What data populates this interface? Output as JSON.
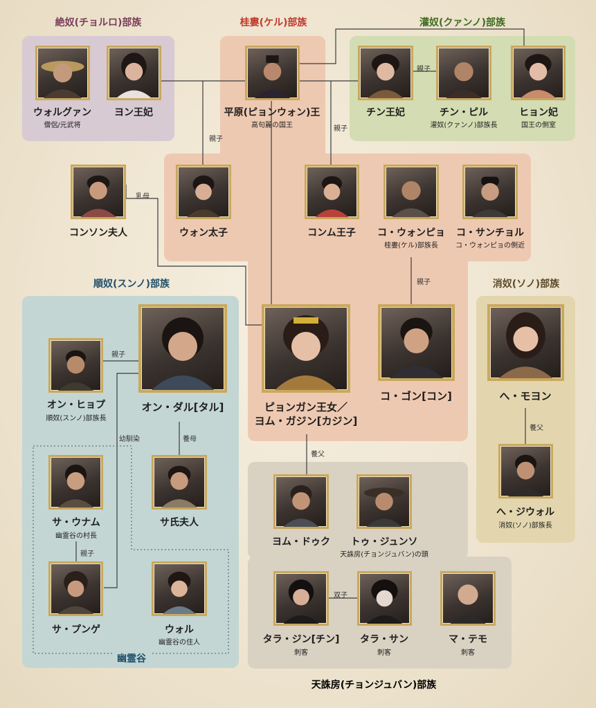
{
  "clans": {
    "zetsu": "絶奴(チョルロ)部族",
    "kei": "桂婁(ケル)部族",
    "kan": "灌奴(クァンノ)部族",
    "jun": "順奴(スンノ)部族",
    "sho": "消奴(ソノ)部族",
    "ten": "天誅房(チョンジュバン)部族",
    "yurei": "幽霊谷"
  },
  "people": {
    "worugwan": {
      "name": "ウォルグァン",
      "role": "僧侶/元武将"
    },
    "yon_ouhi": {
      "name": "ヨン王妃"
    },
    "heigen": {
      "name": "平原(ピョンウォン)王",
      "role": "高句麗の国王"
    },
    "chin_ouhi": {
      "name": "チン王妃"
    },
    "chin_piru": {
      "name": "チン・ピル",
      "role": "灌奴(クァンノ)部族長"
    },
    "hyon_hi": {
      "name": "ヒョン妃",
      "role": "国王の側室"
    },
    "konson": {
      "name": "コンソン夫人"
    },
    "won_taishi": {
      "name": "ウォン太子"
    },
    "konmu": {
      "name": "コンム王子"
    },
    "ko_wonpyo": {
      "name": "コ・ウォンピョ",
      "role": "桂婁(ケル)部族長"
    },
    "ko_sanchoru": {
      "name": "コ・サンチョル",
      "role": "コ・ウォンピョの側近"
    },
    "pyongan": {
      "name": "ピョンガン王女／",
      "name2": "ヨム・ガジン[カジン]"
    },
    "ko_gon": {
      "name": "コ・ゴン[コン]"
    },
    "he_moyon": {
      "name": "へ・モヨン"
    },
    "he_jiworu": {
      "name": "へ・ジウォル",
      "role": "消奴(ソノ)部族長"
    },
    "on_hyopu": {
      "name": "オン・ヒョプ",
      "role": "順奴(スンノ)部族長"
    },
    "on_daru": {
      "name": "オン・ダル[タル]"
    },
    "sa_unamu": {
      "name": "サ・ウナム",
      "role": "幽霊谷の村長"
    },
    "sa_fujin": {
      "name": "サ氏夫人"
    },
    "sa_punge": {
      "name": "サ・プンゲ"
    },
    "woru": {
      "name": "ウォル",
      "role": "幽霊谷の住人"
    },
    "yomu_dokku": {
      "name": "ヨム・ドゥク"
    },
    "tu_junso": {
      "name": "トゥ・ジュンソ",
      "role": "天誅房(チョンジュバン)の頭"
    },
    "tara_jin": {
      "name": "タラ・ジン[チン]",
      "role": "刺客"
    },
    "tara_san": {
      "name": "タラ・サン",
      "role": "刺客"
    },
    "ma_temo": {
      "name": "マ・テモ",
      "role": "刺客"
    }
  },
  "relations": {
    "oyako1": "親子",
    "oyako2": "親子",
    "oyako3": "親子",
    "oyako4": "親子",
    "oyako5": "親子",
    "nyubo": "乳母",
    "osananajimi": "幼馴染",
    "yobo": "養母",
    "yofu1": "養父",
    "yofu2": "養父",
    "futago": "双子"
  },
  "colors": {
    "zetsu": "#d7cad2",
    "kei": "#eec9b1",
    "kan": "#d4dcb3",
    "jun": "#c3d6d3",
    "sho": "#e3d6ae",
    "ten": "#d9d1c2",
    "zetsu_title": "#7a3e5a",
    "kei_title": "#c0392b",
    "kan_title": "#3e6b1f",
    "jun_title": "#1f4f6b",
    "sho_title": "#5b4a2a",
    "ten_title": "#2b2b2b"
  }
}
